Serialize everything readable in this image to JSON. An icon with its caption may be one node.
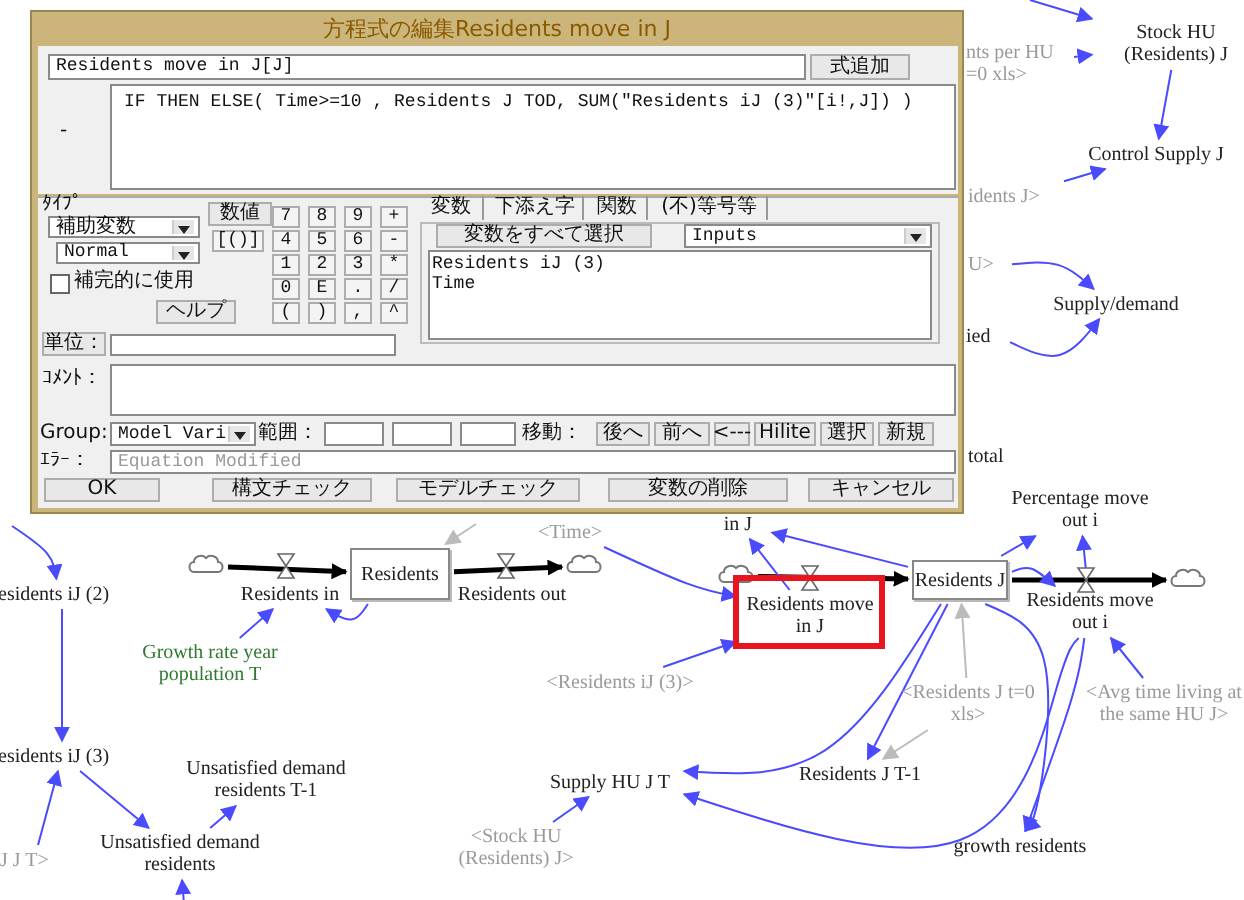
{
  "diagram": {
    "nodes": [
      {
        "text": [
          "Stock HU (Residents) J"
        ]
      },
      {
        "text": [
          "Control Supply J"
        ]
      },
      {
        "text": [
          "Supply/demand"
        ]
      },
      {
        "text": [
          "nts per HU =0 xls>"
        ]
      },
      {
        "text": [
          "idents J>"
        ]
      },
      {
        "text": [
          "U>"
        ]
      },
      {
        "text": [
          "ied"
        ]
      },
      {
        "text": [
          "total"
        ]
      },
      {
        "text": [
          "Percentage move out i"
        ]
      },
      {
        "text": [
          "in J"
        ]
      },
      {
        "text": [
          "<Time>"
        ]
      },
      {
        "text": [
          "Residents"
        ]
      },
      {
        "text": [
          "Residents in"
        ]
      },
      {
        "text": [
          "Residents out"
        ]
      },
      {
        "text": [
          "Residents J"
        ]
      },
      {
        "text": [
          "Residents move in J"
        ]
      },
      {
        "text": [
          "Residents move out i"
        ]
      },
      {
        "text": [
          "esidents iJ (2)"
        ]
      },
      {
        "text": [
          "Growth rate year population T"
        ]
      },
      {
        "text": [
          "<Residents iJ (3)>"
        ]
      },
      {
        "text": [
          "<Residents J t=0 xls>"
        ]
      },
      {
        "text": [
          "<Avg time living at the same HU J>"
        ]
      },
      {
        "text": [
          "esidents iJ (3)"
        ]
      },
      {
        "text": [
          "Unsatisfied demand residents T-1"
        ]
      },
      {
        "text": [
          "Unsatisfied demand residents"
        ]
      },
      {
        "text": [
          "J J T>"
        ]
      },
      {
        "text": [
          "Supply HU J T"
        ]
      },
      {
        "text": [
          "Residents J T-1"
        ]
      },
      {
        "text": [
          "<Stock HU (Residents) J>"
        ]
      },
      {
        "text": [
          "growth residents"
        ]
      },
      {
        "text": [],
        "shape": "cloud"
      },
      {
        "text": [],
        "shape": "cloud"
      },
      {
        "text": [],
        "shape": "cloud"
      },
      {
        "text": [],
        "shape": "cloud"
      }
    ],
    "edges": [
      {
        "from": 30,
        "to": 11,
        "arrow": "to",
        "style": "thick",
        "color": "#000000"
      },
      {
        "from": 11,
        "to": 31,
        "arrow": "to",
        "style": "thick",
        "color": "#000000"
      },
      {
        "from": 33,
        "to": 14,
        "arrow": "to",
        "style": "thick",
        "color": "#000000"
      },
      {
        "from": 14,
        "to": 32,
        "arrow": "to",
        "style": "thick",
        "color": "#000000"
      },
      {
        "from": 11,
        "to": 12,
        "arrow": "to"
      },
      {
        "from": 18,
        "to": 12,
        "arrow": "to"
      },
      {
        "from": null,
        "to": 0,
        "arrow": "to"
      },
      {
        "from": 3,
        "to": 0,
        "arrow": "to"
      },
      {
        "from": 0,
        "to": 1,
        "arrow": "to"
      },
      {
        "from": 4,
        "to": 1,
        "arrow": "to"
      },
      {
        "from": 5,
        "to": 2,
        "arrow": "to"
      },
      {
        "from": 6,
        "to": 2,
        "arrow": "to"
      },
      {
        "from": 15,
        "to": 9,
        "arrow": "to"
      },
      {
        "from": 14,
        "to": 9,
        "arrow": "to"
      },
      {
        "from": 14,
        "to": 8,
        "arrow": "to"
      },
      {
        "from": 16,
        "to": 8,
        "arrow": "to"
      },
      {
        "from": 10,
        "to": 15,
        "arrow": "to"
      },
      {
        "from": 19,
        "to": 15,
        "arrow": "to"
      },
      {
        "from": 14,
        "to": 16,
        "arrow": "to"
      },
      {
        "from": 21,
        "to": 16,
        "arrow": "to"
      },
      {
        "from": 14,
        "to": 27,
        "arrow": "to"
      },
      {
        "from": 20,
        "to": 27,
        "arrow": "to",
        "color": "#bbbbbb"
      },
      {
        "from": 20,
        "to": 14,
        "arrow": "to",
        "color": "#bbbbbb"
      },
      {
        "from": 14,
        "to": 26,
        "arrow": "to"
      },
      {
        "from": 16,
        "to": 26,
        "arrow": "to"
      },
      {
        "from": 14,
        "to": 29,
        "arrow": "to"
      },
      {
        "from": 16,
        "to": 29,
        "arrow": "to"
      },
      {
        "from": 28,
        "to": 26,
        "arrow": "to"
      },
      {
        "from": 17,
        "to": 22,
        "arrow": "to"
      },
      {
        "from": 22,
        "to": 24,
        "arrow": "to"
      },
      {
        "from": 24,
        "to": 23,
        "arrow": "to"
      },
      {
        "from": null,
        "to": 24,
        "arrow": "to"
      },
      {
        "from": 25,
        "to": 22,
        "arrow": "to"
      },
      {
        "from": null,
        "to": 17,
        "arrow": "to"
      },
      {
        "from": null,
        "to": 11,
        "arrow": "to",
        "color": "#bbbbbb"
      }
    ],
    "labels": [
      "方程式の編集Residents move in J",
      "Residents move in J[J]",
      "式追加",
      "-",
      "IF THEN ELSE( Time>=10 , Residents J TOD, SUM(\"Residents iJ (3)\"[i!,J]) )",
      "ﾀｲﾌﾟ",
      "補助変数",
      "Normal",
      "補完的に使用",
      "数値",
      "[()]",
      "7",
      "8",
      "9",
      "+",
      "4",
      "5",
      "6",
      "-",
      "1",
      "2",
      "3",
      "*",
      "0",
      "E",
      ".",
      "/",
      "(",
      ")",
      ",",
      "^",
      "ヘルプ",
      "変数",
      "下添え字",
      "関数",
      "(不)等号等",
      "変数をすべて選択",
      "Inputs",
      "Residents iJ (3)",
      "Time",
      "単位：",
      "ｺﾒﾝﾄ：",
      "Group:",
      "Model Vari",
      "範囲：",
      "移動：",
      "後へ",
      "前へ",
      "<---",
      "Hilite",
      "選択",
      "新規",
      "ｴﾗｰ：",
      "Equation Modified",
      "OK",
      "構文チェック",
      "モデルチェック",
      "変数の削除",
      "キャンセル"
    ]
  }
}
